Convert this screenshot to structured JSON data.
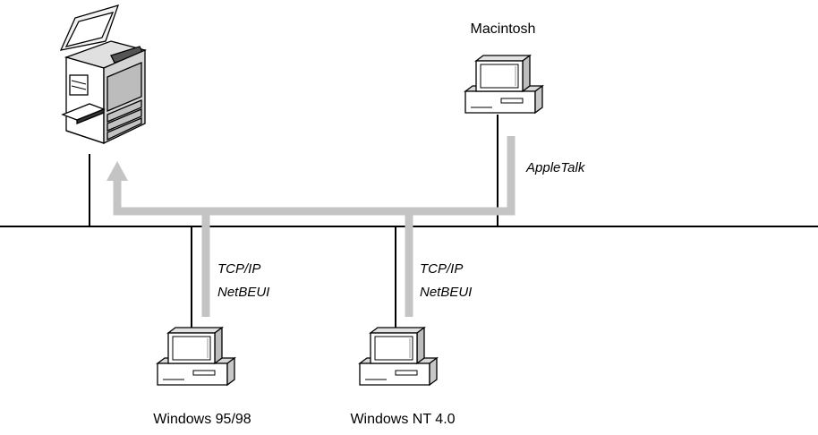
{
  "nodes": {
    "macintosh": {
      "label": "Macintosh"
    },
    "win9x": {
      "label": "Windows 95/98"
    },
    "winnt": {
      "label": "Windows NT 4.0"
    }
  },
  "protocols": {
    "mac": {
      "line1": "AppleTalk"
    },
    "win9x": {
      "line1": "TCP/IP",
      "line2": "NetBEUI"
    },
    "winnt": {
      "line1": "TCP/IP",
      "line2": "NetBEUI"
    }
  },
  "colors": {
    "flow": "#c4c4c4",
    "line": "#000000"
  }
}
